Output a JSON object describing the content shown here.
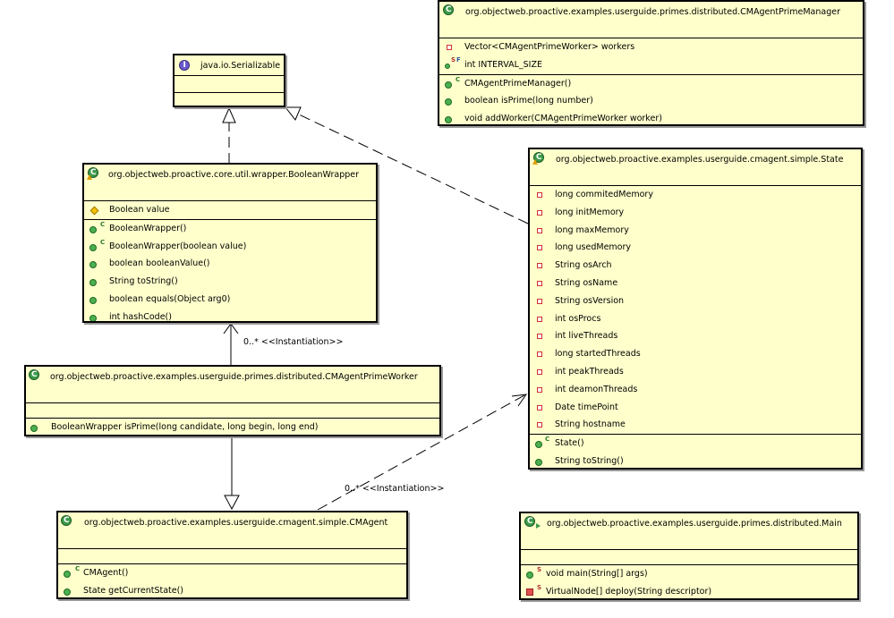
{
  "serializable": {
    "title": "java.io.Serializable"
  },
  "boolean_wrapper": {
    "title": "org.objectweb.proactive.core.util.wrapper.BooleanWrapper",
    "attributes": [
      "Boolean value"
    ],
    "methods": [
      "BooleanWrapper()",
      "BooleanWrapper(boolean value)",
      "boolean booleanValue()",
      "String toString()",
      "boolean equals(Object arg0)",
      "int hashCode()"
    ]
  },
  "prime_worker": {
    "title": "org.objectweb.proactive.examples.userguide.primes.distributed.CMAgentPrimeWorker",
    "methods": [
      "BooleanWrapper isPrime(long candidate, long begin, long end)"
    ]
  },
  "cmagent": {
    "title": "org.objectweb.proactive.examples.userguide.cmagent.simple.CMAgent",
    "methods": [
      "CMAgent()",
      "State getCurrentState()"
    ]
  },
  "prime_manager": {
    "title": "org.objectweb.proactive.examples.userguide.primes.distributed.CMAgentPrimeManager",
    "attributes": [
      "Vector<CMAgentPrimeWorker> workers",
      "int INTERVAL_SIZE"
    ],
    "methods": [
      "CMAgentPrimeManager()",
      "boolean isPrime(long number)",
      "void addWorker(CMAgentPrimeWorker worker)"
    ]
  },
  "state": {
    "title": "org.objectweb.proactive.examples.userguide.cmagent.simple.State",
    "attributes": [
      "long commitedMemory",
      "long initMemory",
      "long maxMemory",
      "long usedMemory",
      "String osArch",
      "String osName",
      "String osVersion",
      "int osProcs",
      "int liveThreads",
      "long startedThreads",
      "int peakThreads",
      "int deamonThreads",
      "Date timePoint",
      "String hostname"
    ],
    "methods": [
      "State()",
      "String toString()"
    ]
  },
  "main": {
    "title": "org.objectweb.proactive.examples.userguide.primes.distributed.Main",
    "methods": [
      "void main(String[] args)",
      "VirtualNode[] deploy(String descriptor)"
    ]
  },
  "relations": {
    "worker_to_wrapper": "0..* <<Instantiation>>",
    "cmagent_to_state": "0..* <<Instantiation>>"
  },
  "icons": {
    "class": "class-icon",
    "interface": "interface-icon",
    "public": "public-icon",
    "private": "private-icon",
    "protected": "protected-icon",
    "constructor_marker": "C",
    "static_marker": "S",
    "final_marker": "F"
  },
  "colors": {
    "class_fill": "#ffffcc",
    "border": "#000000",
    "public_green": "#4caf50",
    "private_red": "#d03030"
  }
}
